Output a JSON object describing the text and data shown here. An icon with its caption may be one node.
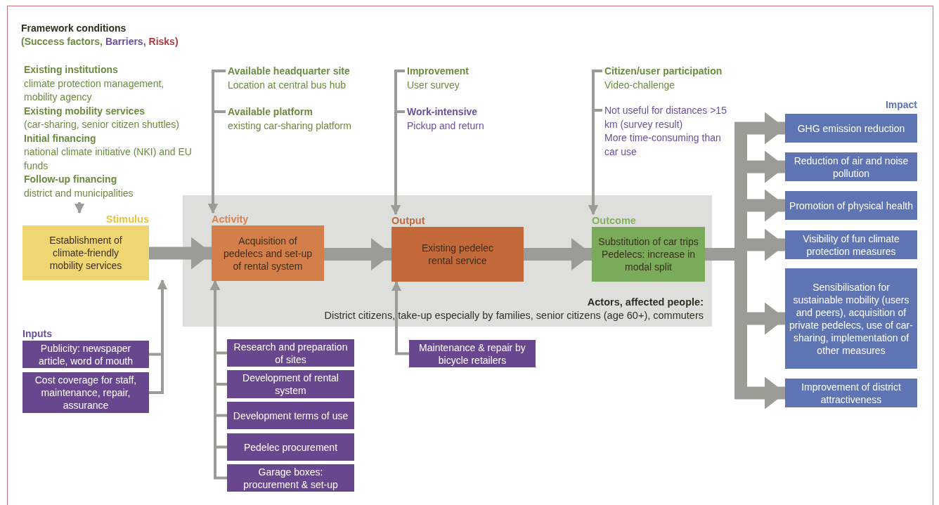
{
  "diagram": {
    "title": "Framework conditions",
    "nodes": [
      {
        "text": [
          "Existing institutions",
          "climate protection management, mobility agency",
          "Existing mobility services",
          "(car-sharing, senior citizen shuttles)",
          "Initial financing",
          "national climate initiative (NKI) and EU funds",
          "Follow-up financing",
          "district and municipalities"
        ]
      },
      {
        "text": [
          "Available headquarter site",
          "Location at central bus hub"
        ]
      },
      {
        "text": [
          "Available platform",
          "existing car-sharing platform"
        ]
      },
      {
        "text": [
          "Improvement",
          "User survey"
        ]
      },
      {
        "text": [
          "Work-intensive",
          "Pickup and return"
        ]
      },
      {
        "text": [
          "Citizen/user participation",
          "Video-challenge"
        ]
      },
      {
        "text": [
          "Not useful for distances >15 km (survey result)",
          "More time-consuming than car use"
        ]
      },
      {
        "text": [
          "Stimulus",
          "Establishment of climate-friendly mobility services"
        ]
      },
      {
        "text": [
          "Actors, affected people:",
          "District citizens, take-up especially by families, senior citizens (age 60+), commuters"
        ]
      },
      {
        "text": [
          "Activity",
          "Acquisition of pedelecs and set-up of rental system"
        ],
        "in": 8
      },
      {
        "text": [
          "Output",
          "Existing pedelec rental service"
        ],
        "in": 8
      },
      {
        "text": [
          "Outcome",
          "Substitution of car trips",
          "Pedelecs: increase in modal split"
        ],
        "in": 8
      },
      {
        "text": [
          "GHG emission reduction"
        ],
        "beside": [
          "Impact"
        ]
      },
      {
        "text": [
          "Reduction of air and noise pollution"
        ]
      },
      {
        "text": [
          "Promotion of physical health"
        ]
      },
      {
        "text": [
          "Visibility of fun climate protection measures"
        ]
      },
      {
        "text": [
          "Sensibilisation for sustainable mobility (users and peers), acquisition of private pedelecs, use of car-sharing, implementation of other measures"
        ]
      },
      {
        "text": [
          "Improvement of district attractiveness"
        ]
      },
      {
        "text": [
          "Publicity: newspaper article, word of mouth"
        ],
        "beside": [
          "Inputs"
        ]
      },
      {
        "text": [
          "Cost coverage for staff, maintenance, repair, assurance"
        ]
      },
      {
        "text": [
          "Research and preparation of sites"
        ]
      },
      {
        "text": [
          "Development of rental system"
        ]
      },
      {
        "text": [
          "Development terms of use"
        ]
      },
      {
        "text": [
          "Pedelec procurement"
        ]
      },
      {
        "text": [
          "Garage boxes: procurement & set-up"
        ]
      },
      {
        "text": [
          "Maintenance & repair by bicycle retailers"
        ]
      }
    ],
    "edges": [
      {
        "from": 0,
        "to": 7,
        "arrow": "to"
      },
      {
        "from": 1,
        "to": 9,
        "arrow": "to"
      },
      {
        "from": 2,
        "to": 9,
        "arrow": "to"
      },
      {
        "from": 3,
        "to": 10,
        "arrow": "to"
      },
      {
        "from": 4,
        "to": 10,
        "arrow": "to"
      },
      {
        "from": 5,
        "to": 11,
        "arrow": "to"
      },
      {
        "from": 6,
        "to": 11,
        "arrow": "to"
      },
      {
        "from": 7,
        "to": 9,
        "arrow": "to",
        "style": "thick"
      },
      {
        "from": 9,
        "to": 10,
        "arrow": "to",
        "style": "thick"
      },
      {
        "from": 10,
        "to": 11,
        "arrow": "to",
        "style": "thick"
      },
      {
        "from": 11,
        "to": 12,
        "arrow": "to",
        "style": "thick"
      },
      {
        "from": 11,
        "to": 13,
        "arrow": "to",
        "style": "thick"
      },
      {
        "from": 11,
        "to": 14,
        "arrow": "to",
        "style": "thick"
      },
      {
        "from": 11,
        "to": 15,
        "arrow": "to",
        "style": "thick"
      },
      {
        "from": 11,
        "to": 16,
        "arrow": "to",
        "style": "thick"
      },
      {
        "from": 11,
        "to": 17,
        "arrow": "to",
        "style": "thick"
      },
      {
        "from": 18,
        "to": 7,
        "arrow": "to"
      },
      {
        "from": 19,
        "to": 7,
        "arrow": "to"
      },
      {
        "from": 20,
        "to": 9,
        "arrow": "to"
      },
      {
        "from": 21,
        "to": 9,
        "arrow": "to"
      },
      {
        "from": 22,
        "to": 9,
        "arrow": "to"
      },
      {
        "from": 23,
        "to": 9,
        "arrow": "to"
      },
      {
        "from": 24,
        "to": 9,
        "arrow": "to"
      },
      {
        "from": 25,
        "to": 10,
        "arrow": "to"
      }
    ],
    "legend": [
      {
        "text": "(Success factors,",
        "color": "#6b8c3e"
      },
      {
        "text": "Barriers,",
        "color": "#6a4f9e"
      },
      {
        "text": "Risks)",
        "color": "#b0393c"
      }
    ]
  }
}
